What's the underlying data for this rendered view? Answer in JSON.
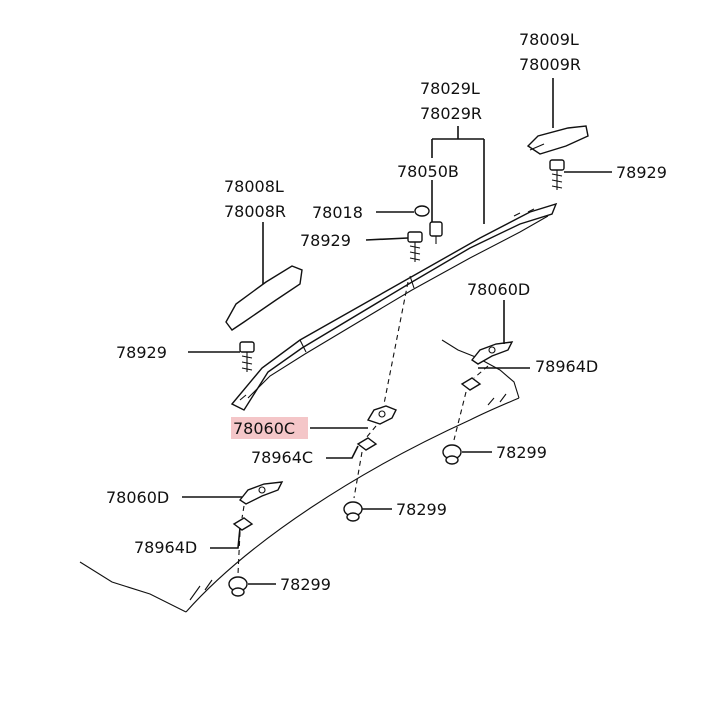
{
  "labels": {
    "p78009L": "78009L",
    "p78009R": "78009R",
    "p78029L": "78029L",
    "p78029R": "78029R",
    "p78050B": "78050B",
    "p78929_top": "78929",
    "p78008L": "78008L",
    "p78008R": "78008R",
    "p78018": "78018",
    "p78929_mid": "78929",
    "p78060D_right": "78060D",
    "p78929_left": "78929",
    "p78964D_right": "78964D",
    "p78060C": "78060C",
    "p78299_right": "78299",
    "p78964C": "78964C",
    "p78060D_left": "78060D",
    "p78299_mid": "78299",
    "p78964D_left": "78964D",
    "p78299_bottom": "78299"
  },
  "highlight": {
    "part": "78060C",
    "color": "#f4c6c8"
  }
}
